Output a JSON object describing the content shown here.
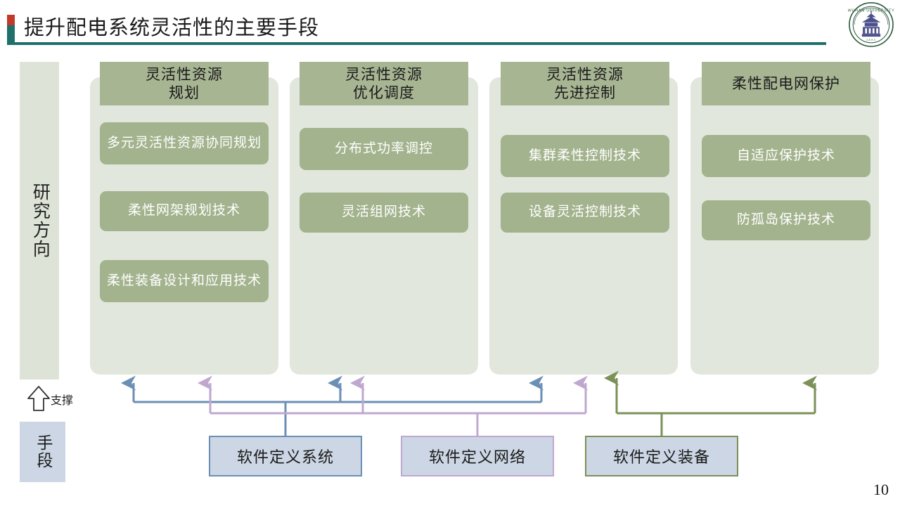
{
  "slide": {
    "title": "提升配电系统灵活性的主要手段",
    "page_number": "10",
    "accent_red": "#c0392b",
    "accent_teal": "#1f6f6b",
    "panel_bg": "#e2e7dd",
    "item_bg": "#a3b38d",
    "header_bg": "#a8b593"
  },
  "logo": {
    "name": "wuhan-university-seal",
    "text_top": "WUHAN UNIVERSITY",
    "year": "1893",
    "color": "#2f5b3f",
    "inner_color": "#4b4f8a"
  },
  "rail": {
    "research_label": "研究方向",
    "arrow_label": "支撑",
    "means_label": "手段",
    "research_bg": "#dde3d7",
    "means_bg": "#ccd6e4"
  },
  "columns": [
    {
      "id": "planning",
      "header": "灵活性资源\n规划",
      "header_line1": "灵活性资源",
      "header_line2": "规划",
      "items": [
        "多元灵活性资源协同规划",
        "柔性网架规划技术",
        "柔性装备设计和应用技术"
      ]
    },
    {
      "id": "dispatch",
      "header": "灵活性资源\n优化调度",
      "header_line1": "灵活性资源",
      "header_line2": "优化调度",
      "items": [
        "分布式功率调控",
        "灵活组网技术"
      ]
    },
    {
      "id": "control",
      "header": "灵活性资源\n先进控制",
      "header_line1": "灵活性资源",
      "header_line2": "先进控制",
      "items": [
        "集群柔性控制技术",
        "设备灵活控制技术"
      ]
    },
    {
      "id": "protection",
      "header": "柔性配电网保护",
      "header_line1": "柔性配电网保护",
      "header_line2": "",
      "items": [
        "自适应保护技术",
        "防孤岛保护技术"
      ]
    }
  ],
  "software_defined": [
    {
      "id": "system",
      "label": "软件定义系统",
      "border": "#6b8fb5"
    },
    {
      "id": "network",
      "label": "软件定义网络",
      "border": "#bfa8d0"
    },
    {
      "id": "device",
      "label": "软件定义装备",
      "border": "#7b9157"
    }
  ]
}
